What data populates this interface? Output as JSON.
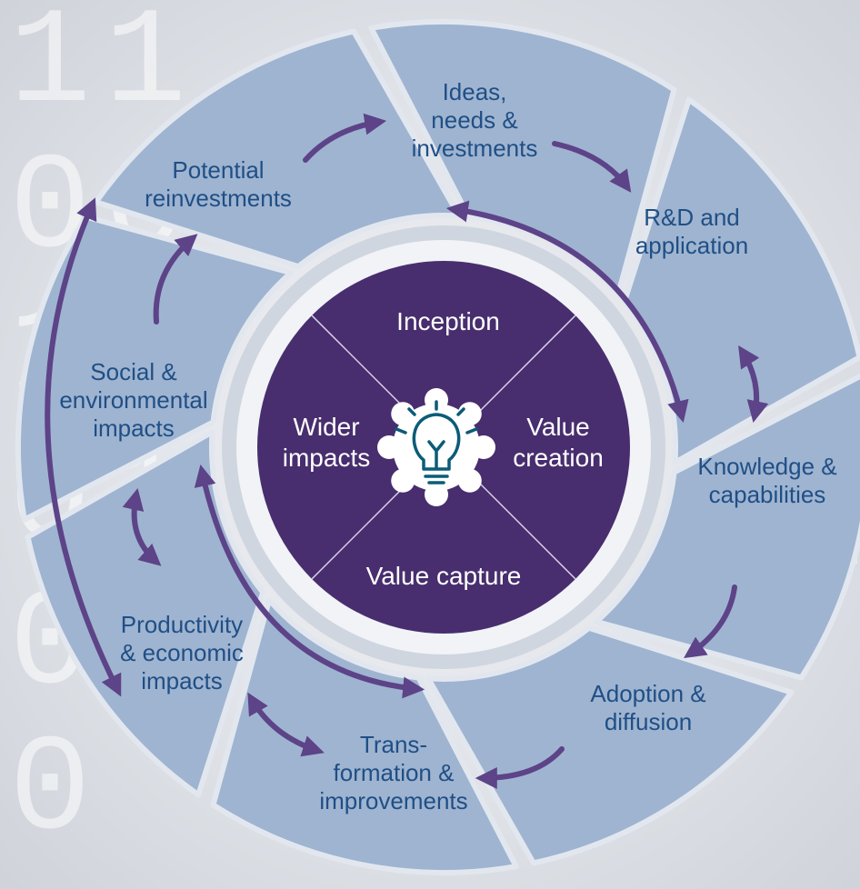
{
  "stages": [
    {
      "id": "ideas",
      "lines": [
        "Ideas,",
        "needs &",
        "investments"
      ]
    },
    {
      "id": "rd",
      "lines": [
        "R&D and",
        "application"
      ]
    },
    {
      "id": "knowledge",
      "lines": [
        "Knowledge &",
        "capabilities"
      ]
    },
    {
      "id": "adoption",
      "lines": [
        "Adoption &",
        "diffusion"
      ]
    },
    {
      "id": "transformation",
      "lines": [
        "Trans-",
        "formation &",
        "improvements"
      ]
    },
    {
      "id": "productivity",
      "lines": [
        "Productivity",
        "& economic",
        "impacts"
      ]
    },
    {
      "id": "social",
      "lines": [
        "Social &",
        "environmental",
        "impacts"
      ]
    },
    {
      "id": "reinvest",
      "lines": [
        "Potential",
        "reinvestments"
      ]
    }
  ],
  "phases": [
    {
      "id": "inception",
      "lines": [
        "Inception"
      ]
    },
    {
      "id": "value-creation",
      "lines": [
        "Value",
        "creation"
      ]
    },
    {
      "id": "value-capture",
      "lines": [
        "Value capture"
      ]
    },
    {
      "id": "wider-impacts",
      "lines": [
        "Wider",
        "impacts"
      ]
    }
  ],
  "center_icon": "lightbulb-gear-icon",
  "background_digits": [
    "1",
    "1",
    "0",
    "0",
    "1",
    "0",
    "0",
    "1",
    "0",
    "1",
    "0",
    "1"
  ],
  "colors": {
    "segment": "#9fb4d0",
    "segment_border": "#e2e7ef",
    "ring": "#cfd6e0",
    "inner_circle": "#482e6e",
    "arrow": "#5d4388",
    "outer_text": "#1f4f86",
    "inner_text": "#ffffff"
  }
}
